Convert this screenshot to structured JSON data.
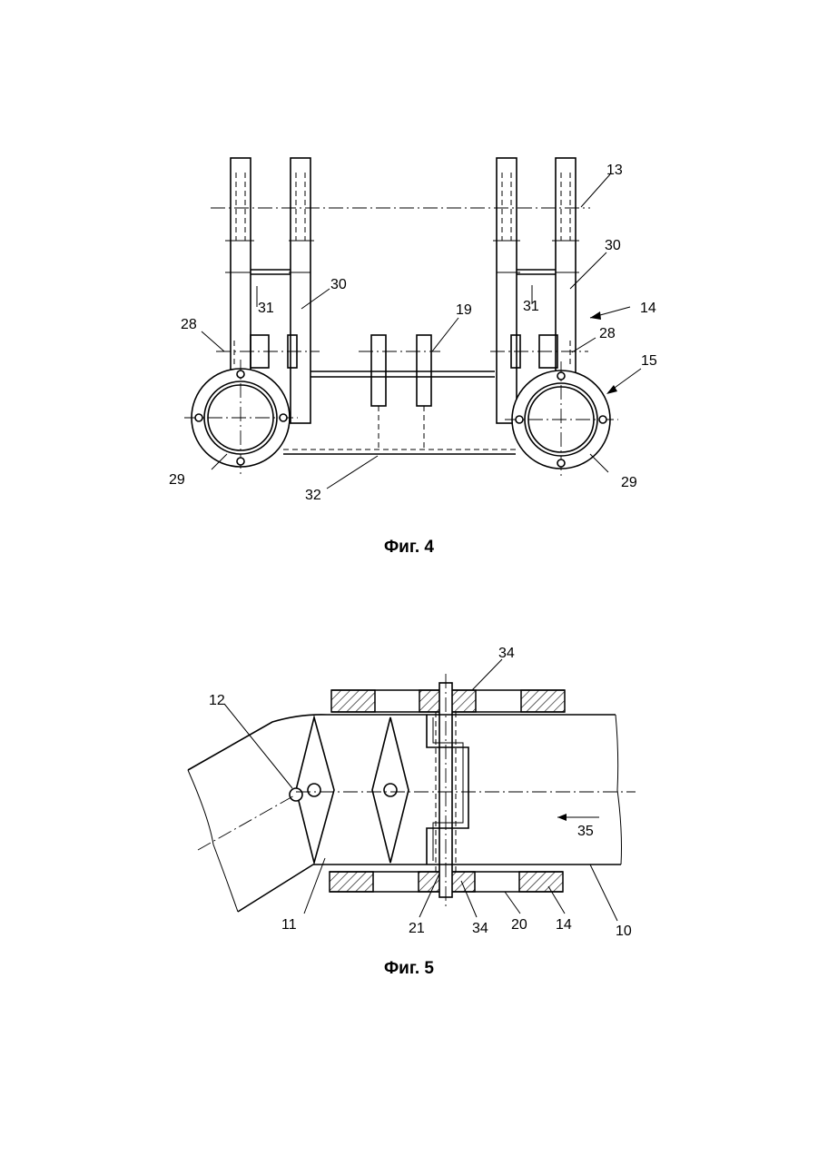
{
  "figures": [
    {
      "caption": "Фиг. 4",
      "labels": {
        "l13": "13",
        "l30a": "30",
        "l30b": "30",
        "l31a": "31",
        "l31b": "31",
        "l14": "14",
        "l28a": "28",
        "l28b": "28",
        "l19": "19",
        "l15": "15",
        "l29a": "29",
        "l29b": "29",
        "l32": "32"
      }
    },
    {
      "caption": "Фиг. 5",
      "labels": {
        "l34a": "34",
        "l12": "12",
        "l35": "35",
        "l11": "11",
        "l21": "21",
        "l34b": "34",
        "l20": "20",
        "l14": "14",
        "l10": "10"
      }
    }
  ]
}
